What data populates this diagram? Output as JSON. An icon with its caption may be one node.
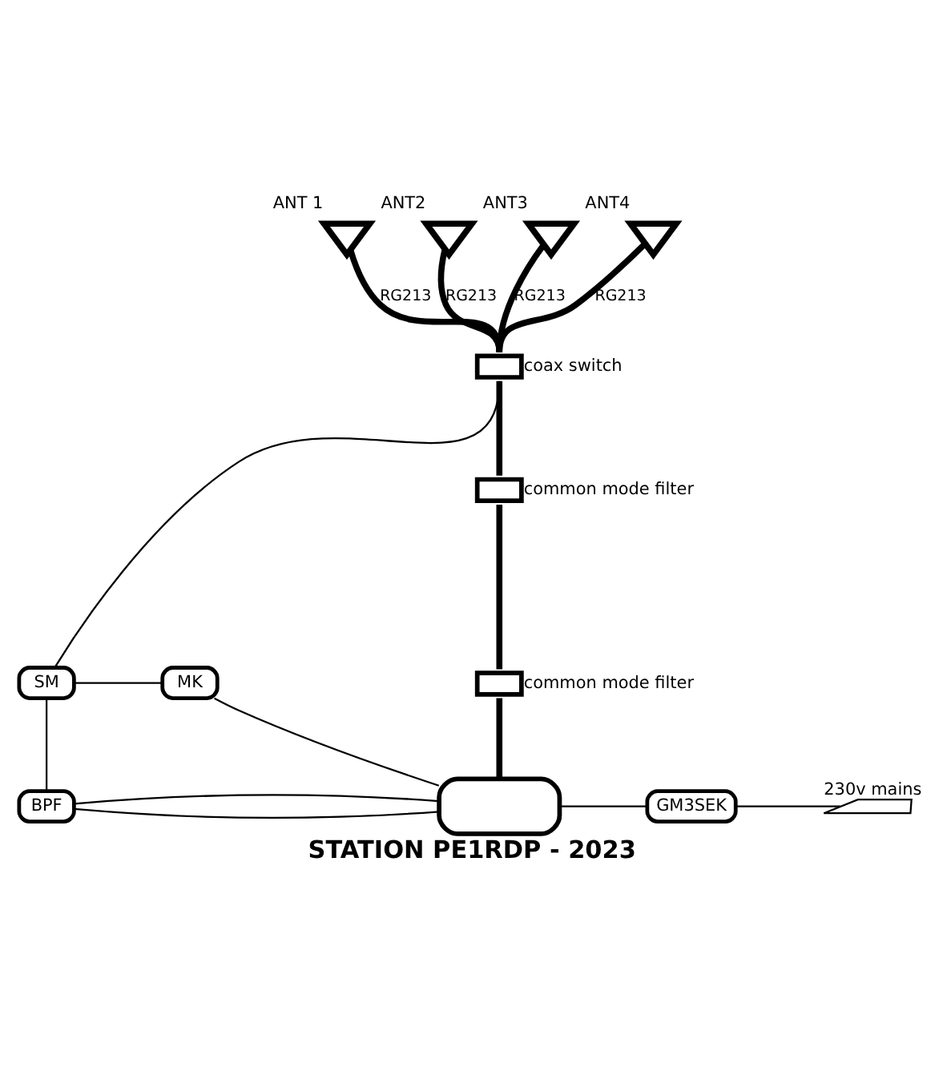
{
  "diagram": {
    "title": "STATION PE1RDP - 2023",
    "nodes": [
      {
        "text": [
          "ANT 1"
        ]
      },
      {
        "text": [
          "ANT2"
        ]
      },
      {
        "text": [
          "ANT3"
        ]
      },
      {
        "text": [
          "ANT4"
        ]
      },
      {
        "text": [],
        "shape": "box",
        "beside": [
          "coax switch"
        ]
      },
      {
        "text": [],
        "shape": "box",
        "beside": [
          "common mode filter"
        ]
      },
      {
        "text": [],
        "shape": "box",
        "beside": [
          "common mode filter"
        ]
      },
      {
        "text": [
          "SM"
        ]
      },
      {
        "text": [
          "MK"
        ]
      },
      {
        "text": [
          "BPF"
        ]
      },
      {
        "text": [],
        "shape": "box"
      },
      {
        "text": [
          "GM3SEK"
        ]
      },
      {
        "text": [],
        "shape": "lightning",
        "beside": [
          "230v mains"
        ]
      }
    ],
    "edges": [
      {
        "from": 0,
        "to": 4,
        "arrow": "none",
        "label": "RG213",
        "style": "thick"
      },
      {
        "from": 1,
        "to": 4,
        "arrow": "none",
        "label": "RG213",
        "style": "thick"
      },
      {
        "from": 2,
        "to": 4,
        "arrow": "none",
        "label": "RG213",
        "style": "thick"
      },
      {
        "from": 3,
        "to": 4,
        "arrow": "none",
        "label": "RG213",
        "style": "thick"
      },
      {
        "from": 4,
        "to": 5,
        "arrow": "none",
        "style": "thick"
      },
      {
        "from": 5,
        "to": 6,
        "arrow": "none",
        "style": "thick"
      },
      {
        "from": 6,
        "to": 10,
        "arrow": "none",
        "style": "thick"
      },
      {
        "from": 4,
        "to": 7,
        "arrow": "none"
      },
      {
        "from": 7,
        "to": 8,
        "arrow": "none"
      },
      {
        "from": 7,
        "to": 9,
        "arrow": "none"
      },
      {
        "from": 8,
        "to": 10,
        "arrow": "none"
      },
      {
        "from": 9,
        "to": 10,
        "arrow": "none"
      },
      {
        "from": 9,
        "to": 10,
        "arrow": "none"
      },
      {
        "from": 10,
        "to": 11,
        "arrow": "none"
      },
      {
        "from": 11,
        "to": 12,
        "arrow": "none"
      }
    ]
  }
}
